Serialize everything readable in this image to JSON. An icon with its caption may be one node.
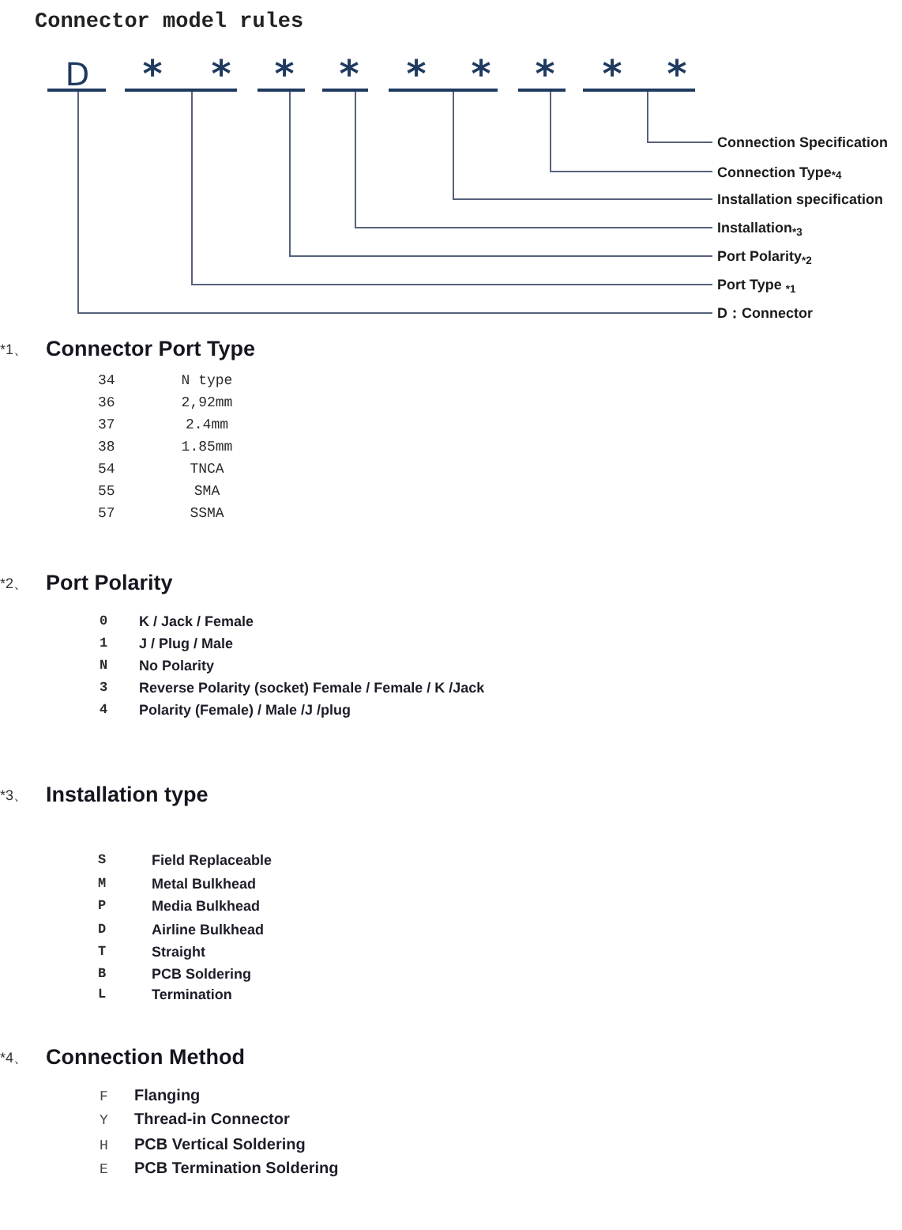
{
  "diagram": {
    "title": "Connector model rules",
    "nodes": [
      {
        "text": [],
        "shape": "bar"
      },
      {
        "text": [],
        "shape": "bar"
      },
      {
        "text": [],
        "shape": "bar"
      },
      {
        "text": [],
        "shape": "bar"
      },
      {
        "text": [],
        "shape": "bar"
      },
      {
        "text": [],
        "shape": "bar"
      },
      {
        "text": [],
        "shape": "bar"
      },
      {
        "text": [
          "Connection Specification"
        ]
      },
      {
        "text": [
          "Connection Type$_{*4}$"
        ]
      },
      {
        "text": [
          "Installation specification"
        ]
      },
      {
        "text": [
          "Installation$_{*3}$"
        ]
      },
      {
        "text": [
          "Port Polarity$_{*2}$"
        ]
      },
      {
        "text": [
          "Port Type $_{*1}$"
        ]
      },
      {
        "text": [
          "D：Connector"
        ]
      }
    ],
    "edges": [
      {
        "from": 0,
        "to": 13,
        "arrow": "none"
      },
      {
        "from": 1,
        "to": 12,
        "arrow": "none"
      },
      {
        "from": 2,
        "to": 11,
        "arrow": "none"
      },
      {
        "from": 3,
        "to": 10,
        "arrow": "none"
      },
      {
        "from": 4,
        "to": 9,
        "arrow": "none"
      },
      {
        "from": 5,
        "to": 8,
        "arrow": "none"
      },
      {
        "from": 6,
        "to": 7,
        "arrow": "none"
      }
    ],
    "labels": [
      "D",
      "*",
      "*",
      "*",
      "*",
      "*",
      "*",
      "*",
      "*",
      "*",
      "*1、",
      "Connector Port Type",
      "34",
      "N type",
      "36",
      "2,92mm",
      "37",
      "2.4mm",
      "38",
      "1.85mm",
      "54",
      "TNCA",
      "55",
      "SMA",
      "57",
      "SSMA",
      "*2、",
      "Port Polarity",
      "0",
      "K / Jack / Female",
      "1",
      "J / Plug / Male",
      "N",
      "No Polarity",
      "3",
      "Reverse Polarity (socket) Female / Female / K /Jack",
      "4",
      "Polarity (Female) / Male /J /plug",
      "*3、",
      "Installation type",
      "S",
      "Field Replaceable",
      "M",
      "Metal Bulkhead",
      "P",
      "Media Bulkhead",
      "D",
      "Airline Bulkhead",
      "T",
      "Straight",
      "B",
      "PCB Soldering",
      "L",
      "Termination",
      "*4、",
      "Connection Method",
      "F",
      "Flanging",
      "Y",
      "Thread-in Connector",
      "H",
      "PCB Vertical Soldering",
      "E",
      "PCB Termination Soldering"
    ]
  }
}
